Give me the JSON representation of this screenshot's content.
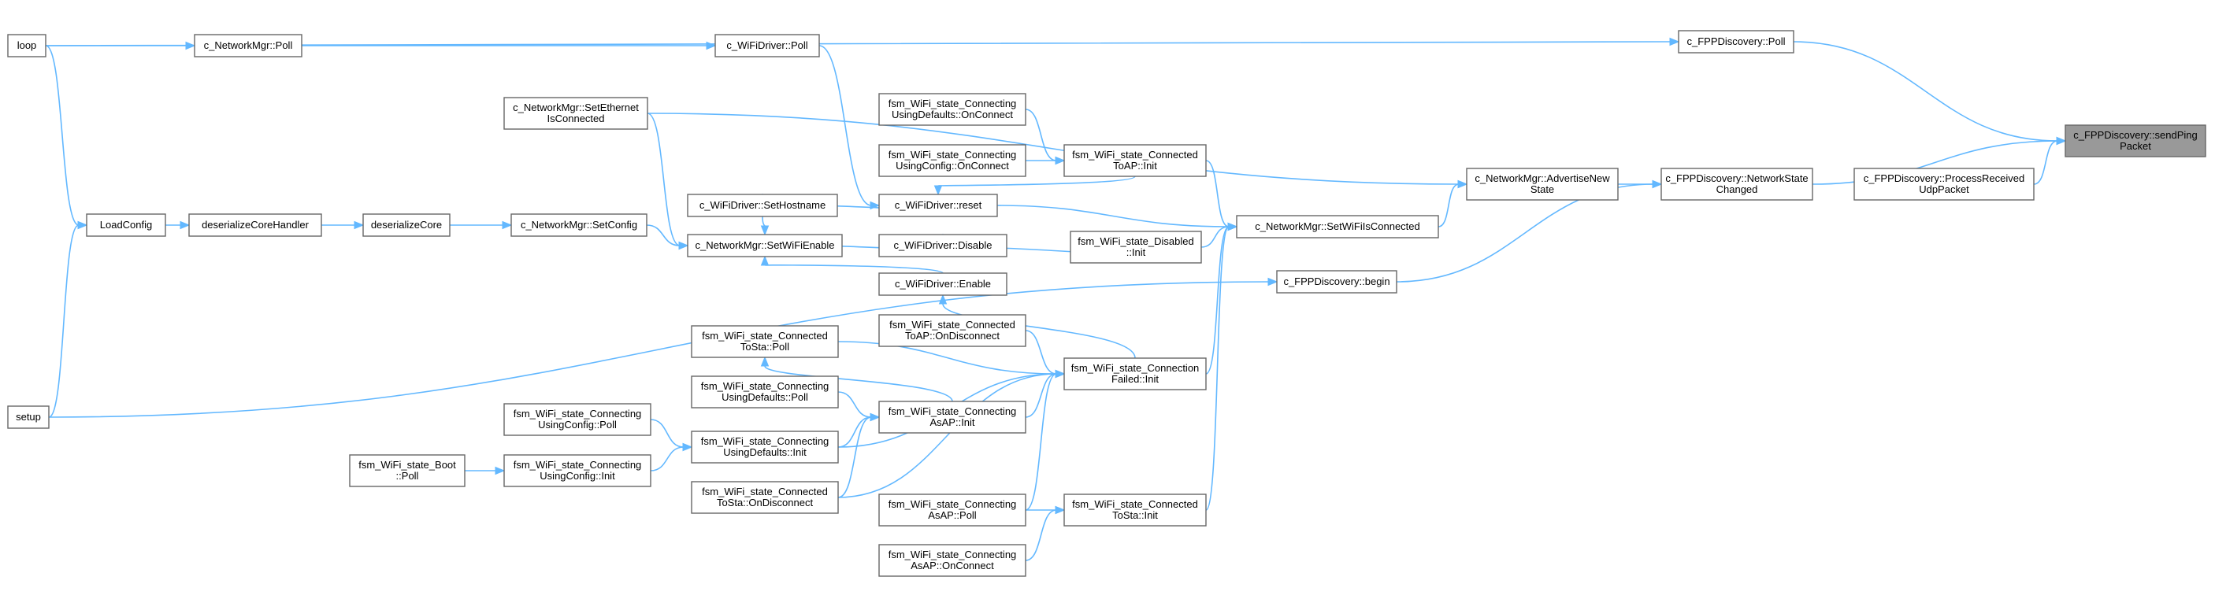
{
  "graph": {
    "nodes": [
      {
        "id": "sendPingPacket",
        "lines": [
          "c_FPPDiscovery::sendPing",
          "Packet"
        ],
        "highlight": true
      },
      {
        "id": "fppPoll",
        "lines": [
          "c_FPPDiscovery::Poll"
        ]
      },
      {
        "id": "networkStateChanged",
        "lines": [
          "c_FPPDiscovery::NetworkState",
          "Changed"
        ]
      },
      {
        "id": "processReceived",
        "lines": [
          "c_FPPDiscovery::ProcessReceived",
          "UdpPacket"
        ]
      },
      {
        "id": "advertiseNew",
        "lines": [
          "c_NetworkMgr::AdvertiseNew",
          "State"
        ]
      },
      {
        "id": "fppBegin",
        "lines": [
          "c_FPPDiscovery::begin"
        ]
      },
      {
        "id": "setWiFiIsConnected",
        "lines": [
          "c_NetworkMgr::SetWiFiIsConnected"
        ]
      },
      {
        "id": "loop",
        "lines": [
          "loop"
        ]
      },
      {
        "id": "setup",
        "lines": [
          "setup"
        ]
      },
      {
        "id": "netPoll",
        "lines": [
          "c_NetworkMgr::Poll"
        ]
      },
      {
        "id": "wifiDriverPoll",
        "lines": [
          "c_WiFiDriver::Poll"
        ]
      },
      {
        "id": "setEthernet",
        "lines": [
          "c_NetworkMgr::SetEthernet",
          "IsConnected"
        ]
      },
      {
        "id": "usingDefaultsOnConnect",
        "lines": [
          "fsm_WiFi_state_Connecting",
          "UsingDefaults::OnConnect"
        ]
      },
      {
        "id": "usingConfigOnConnect",
        "lines": [
          "fsm_WiFi_state_Connecting",
          "UsingConfig::OnConnect"
        ]
      },
      {
        "id": "connectedToAPInit",
        "lines": [
          "fsm_WiFi_state_Connected",
          "ToAP::Init"
        ]
      },
      {
        "id": "wifiReset",
        "lines": [
          "c_WiFiDriver::reset"
        ]
      },
      {
        "id": "setHostname",
        "lines": [
          "c_WiFiDriver::SetHostname"
        ]
      },
      {
        "id": "loadConfig",
        "lines": [
          "LoadConfig"
        ]
      },
      {
        "id": "deserializeCoreHandler",
        "lines": [
          "deserializeCoreHandler"
        ]
      },
      {
        "id": "deserializeCore",
        "lines": [
          "deserializeCore"
        ]
      },
      {
        "id": "netSetConfig",
        "lines": [
          "c_NetworkMgr::SetConfig"
        ]
      },
      {
        "id": "setWiFiEnable",
        "lines": [
          "c_NetworkMgr::SetWiFiEnable"
        ]
      },
      {
        "id": "wifiDisable",
        "lines": [
          "c_WiFiDriver::Disable"
        ]
      },
      {
        "id": "disabledInit",
        "lines": [
          "fsm_WiFi_state_Disabled",
          "::Init"
        ]
      },
      {
        "id": "wifiEnable",
        "lines": [
          "c_WiFiDriver::Enable"
        ]
      },
      {
        "id": "connectedToAPOnDisconnect",
        "lines": [
          "fsm_WiFi_state_Connected",
          "ToAP::OnDisconnect"
        ]
      },
      {
        "id": "connectedToStaPoll",
        "lines": [
          "fsm_WiFi_state_Connected",
          "ToSta::Poll"
        ]
      },
      {
        "id": "connectionFailedInit",
        "lines": [
          "fsm_WiFi_state_Connection",
          "Failed::Init"
        ]
      },
      {
        "id": "usingDefaultsPoll",
        "lines": [
          "fsm_WiFi_state_Connecting",
          "UsingDefaults::Poll"
        ]
      },
      {
        "id": "asAPInit",
        "lines": [
          "fsm_WiFi_state_Connecting",
          "AsAP::Init"
        ]
      },
      {
        "id": "usingConfigPoll",
        "lines": [
          "fsm_WiFi_state_Connecting",
          "UsingConfig::Poll"
        ]
      },
      {
        "id": "usingDefaultsInit",
        "lines": [
          "fsm_WiFi_state_Connecting",
          "UsingDefaults::Init"
        ]
      },
      {
        "id": "bootPoll",
        "lines": [
          "fsm_WiFi_state_Boot",
          "::Poll"
        ]
      },
      {
        "id": "usingConfigInit",
        "lines": [
          "fsm_WiFi_state_Connecting",
          "UsingConfig::Init"
        ]
      },
      {
        "id": "connectedToStaOnDisconnect",
        "lines": [
          "fsm_WiFi_state_Connected",
          "ToSta::OnDisconnect"
        ]
      },
      {
        "id": "asAPPoll",
        "lines": [
          "fsm_WiFi_state_Connecting",
          "AsAP::Poll"
        ]
      },
      {
        "id": "connectedToStaInit",
        "lines": [
          "fsm_WiFi_state_Connected",
          "ToSta::Init"
        ]
      },
      {
        "id": "asAPOnConnect",
        "lines": [
          "fsm_WiFi_state_Connecting",
          "AsAP::OnConnect"
        ]
      }
    ],
    "edges": [
      [
        "fppPoll",
        "sendPingPacket"
      ],
      [
        "networkStateChanged",
        "sendPingPacket"
      ],
      [
        "processReceived",
        "sendPingPacket"
      ],
      [
        "advertiseNew",
        "networkStateChanged"
      ],
      [
        "fppBegin",
        "networkStateChanged"
      ],
      [
        "setWiFiIsConnected",
        "advertiseNew"
      ],
      [
        "setEthernet",
        "advertiseNew"
      ],
      [
        "loop",
        "fppPoll"
      ],
      [
        "loop",
        "netPoll"
      ],
      [
        "netPoll",
        "wifiDriverPoll"
      ],
      [
        "wifiDriverPoll",
        "wifiReset"
      ],
      [
        "setup",
        "fppBegin"
      ],
      [
        "setup",
        "loadConfig"
      ],
      [
        "loop",
        "loadConfig"
      ],
      [
        "loadConfig",
        "deserializeCoreHandler"
      ],
      [
        "deserializeCoreHandler",
        "deserializeCore"
      ],
      [
        "deserializeCore",
        "netSetConfig"
      ],
      [
        "netSetConfig",
        "setWiFiEnable"
      ],
      [
        "setHostname",
        "setWiFiEnable"
      ],
      [
        "setEthernet",
        "setWiFiEnable"
      ],
      [
        "wifiReset",
        "setHostname"
      ],
      [
        "wifiReset",
        "setWiFiIsConnected"
      ],
      [
        "connectedToAPInit",
        "wifiReset"
      ],
      [
        "usingDefaultsOnConnect",
        "connectedToAPInit"
      ],
      [
        "usingConfigOnConnect",
        "connectedToAPInit"
      ],
      [
        "connectedToAPInit",
        "setWiFiIsConnected"
      ],
      [
        "wifiDisable",
        "setWiFiEnable"
      ],
      [
        "wifiEnable",
        "setWiFiEnable"
      ],
      [
        "disabledInit",
        "wifiDisable"
      ],
      [
        "disabledInit",
        "setWiFiIsConnected"
      ],
      [
        "connectionFailedInit",
        "wifiEnable"
      ],
      [
        "connectionFailedInit",
        "setWiFiIsConnected"
      ],
      [
        "connectedToAPOnDisconnect",
        "connectionFailedInit"
      ],
      [
        "connectedToStaPoll",
        "connectionFailedInit"
      ],
      [
        "asAPInit",
        "connectedToStaPoll"
      ],
      [
        "asAPInit",
        "connectionFailedInit"
      ],
      [
        "usingDefaultsPoll",
        "asAPInit"
      ],
      [
        "usingDefaultsInit",
        "asAPInit"
      ],
      [
        "usingDefaultsInit",
        "connectionFailedInit"
      ],
      [
        "usingConfigPoll",
        "usingDefaultsInit"
      ],
      [
        "usingConfigInit",
        "usingDefaultsInit"
      ],
      [
        "bootPoll",
        "usingConfigInit"
      ],
      [
        "connectedToStaOnDisconnect",
        "asAPInit"
      ],
      [
        "connectedToStaOnDisconnect",
        "connectionFailedInit"
      ],
      [
        "asAPPoll",
        "connectionFailedInit"
      ],
      [
        "asAPPoll",
        "connectedToStaInit"
      ],
      [
        "asAPOnConnect",
        "connectedToStaInit"
      ],
      [
        "connectedToStaInit",
        "setWiFiIsConnected"
      ]
    ]
  }
}
